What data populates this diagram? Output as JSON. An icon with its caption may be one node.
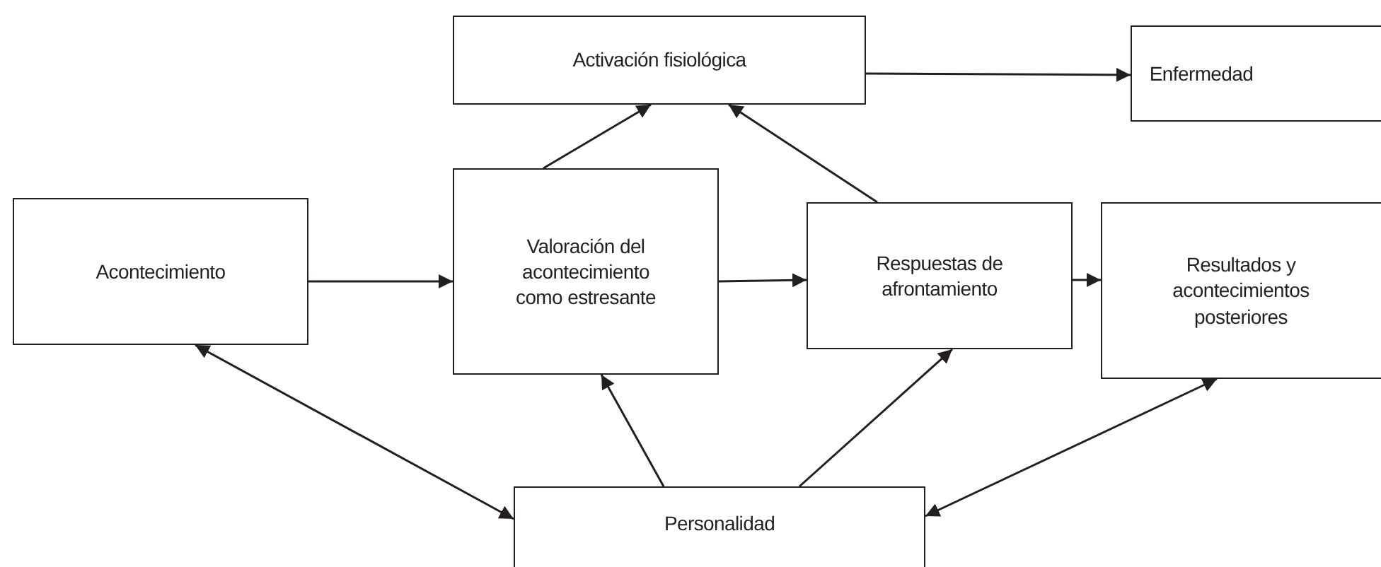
{
  "diagram": {
    "nodes": [
      {
        "text": [
          "Activación fisiológica"
        ]
      },
      {
        "text": [
          "Enfermedad"
        ]
      },
      {
        "text": [
          "Acontecimiento"
        ]
      },
      {
        "text": [
          "Valoración del acontecimiento como estresante"
        ]
      },
      {
        "text": [
          "Respuestas de afrontamiento"
        ]
      },
      {
        "text": [
          "Resultados y acontecimientos posteriores"
        ]
      },
      {
        "text": [
          "Personalidad"
        ]
      }
    ],
    "edges": [
      {
        "from": 0,
        "to": 1,
        "arrow": "to"
      },
      {
        "from": 3,
        "to": 0,
        "arrow": "to"
      },
      {
        "from": 4,
        "to": 0,
        "arrow": "to"
      },
      {
        "from": 2,
        "to": 3,
        "arrow": "to"
      },
      {
        "from": 3,
        "to": 4,
        "arrow": "to"
      },
      {
        "from": 4,
        "to": 5,
        "arrow": "to"
      },
      {
        "from": 2,
        "to": 6,
        "arrow": "both"
      },
      {
        "from": 6,
        "to": 3,
        "arrow": "to"
      },
      {
        "from": 6,
        "to": 4,
        "arrow": "to"
      },
      {
        "from": 6,
        "to": 5,
        "arrow": "both"
      }
    ]
  }
}
